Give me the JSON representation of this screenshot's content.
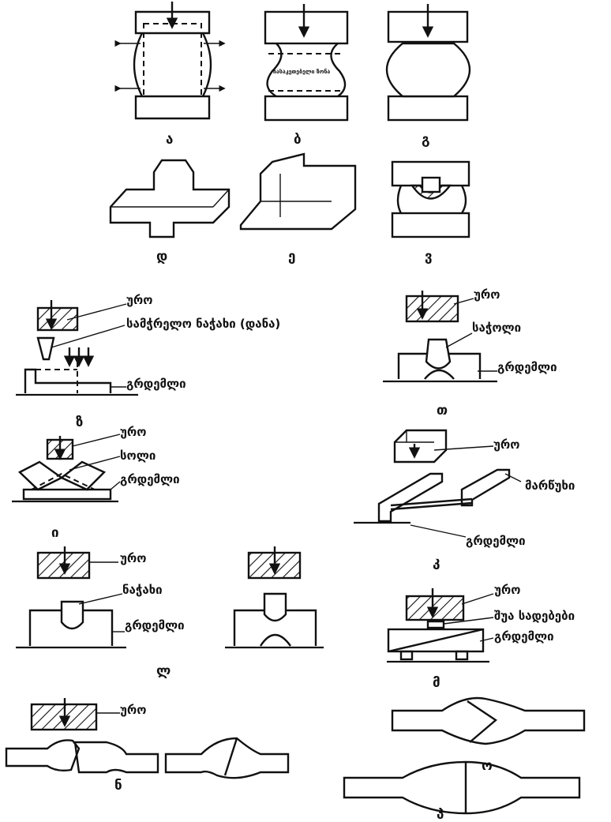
{
  "panels": {
    "a": "ა",
    "b": "ბ",
    "g": "გ",
    "d": "დ",
    "e": "ე",
    "v": "ვ",
    "z": "ზ",
    "t": "თ",
    "i": "ი",
    "k": "კ",
    "l": "ლ",
    "m": "მ",
    "n": "ნ",
    "o": "ო",
    "p": "პ"
  },
  "labels": {
    "uro": "ურო",
    "samchreli_nachakhi": "სამჭრელო ნაჭახი (დანა)",
    "grdemli": "გრდემლი",
    "satoli": "საჭოლი",
    "soli": "სოლი",
    "marwukhi": "მარწუხი",
    "nachakhi": "ნაჭახი",
    "shua_sadebebi": "შუა სადებები",
    "gasakhleli_zona": "ჩასაკეთებელი ზონა"
  }
}
